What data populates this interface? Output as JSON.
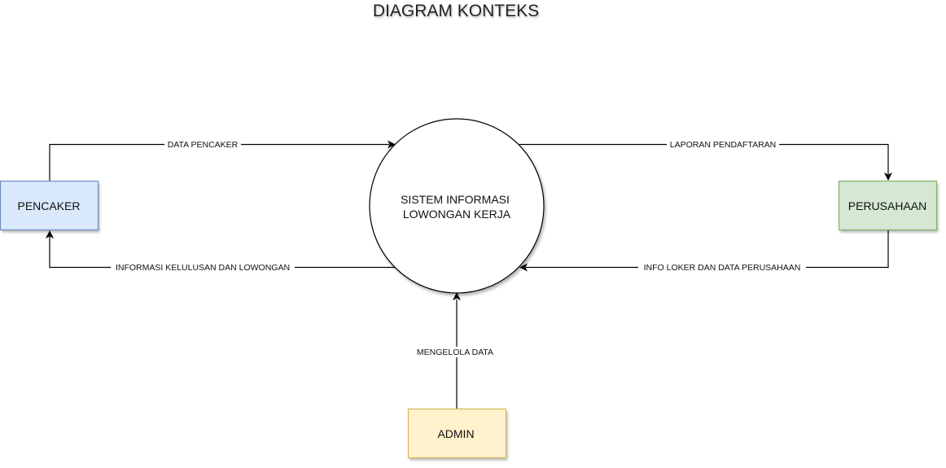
{
  "title": "DIAGRAM KONTEKS",
  "process": {
    "line1": "SISTEM INFORMASI",
    "line2": "LOWONGAN KERJA"
  },
  "entities": {
    "pencaker": {
      "label": "PENCAKER",
      "fill": "#dae8fc",
      "stroke": "#6c8ebf"
    },
    "perusahaan": {
      "label": "PERUSAHAAN",
      "fill": "#d5e8d4",
      "stroke": "#82b366"
    },
    "admin": {
      "label": "ADMIN",
      "fill": "#fff2cc",
      "stroke": "#d6b656"
    }
  },
  "flows": {
    "data_pencaker": "DATA PENCAKER",
    "informasi_kelulusan": "INFORMASI KELULUSAN DAN LOWONGAN",
    "laporan_pendaftaran": "LAPORAN PENDAFTARAN",
    "info_loker": "INFO LOKER DAN DATA PERUSAHAAN",
    "mengelola_data": "MENGELOLA DATA"
  }
}
